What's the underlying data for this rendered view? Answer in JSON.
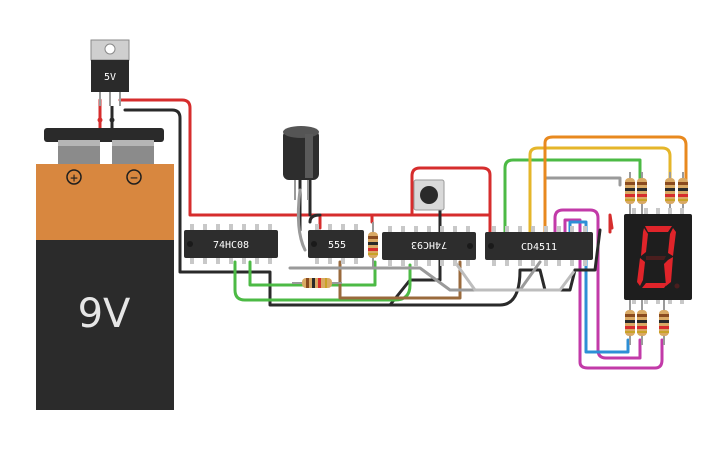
{
  "battery": {
    "label": "9V",
    "plus_symbol": "+",
    "minus_symbol": "−",
    "body_color": "#2b2b2b",
    "band_color": "#d8873f"
  },
  "regulator": {
    "label": "5V"
  },
  "chips": {
    "and_gate": {
      "label": "74HC08"
    },
    "timer": {
      "label": "555"
    },
    "counter": {
      "label": "74HC93"
    },
    "decoder": {
      "label": "CD4511"
    }
  },
  "display": {
    "digit": "0",
    "segment_color": "#e0242a",
    "body_color": "#1e1e1e"
  },
  "button": {
    "name": "push-button"
  },
  "capacitor": {
    "name": "electrolytic-capacitor"
  },
  "wire_colors": {
    "red": "#d62d2d",
    "black": "#2a2a2a",
    "green": "#4cba45",
    "brown": "#9a6a3c",
    "gray": "#9a9a9a",
    "magenta": "#c23aa8",
    "blue": "#2d8fd6",
    "yellow": "#e5b62a",
    "orange": "#e8891f"
  }
}
